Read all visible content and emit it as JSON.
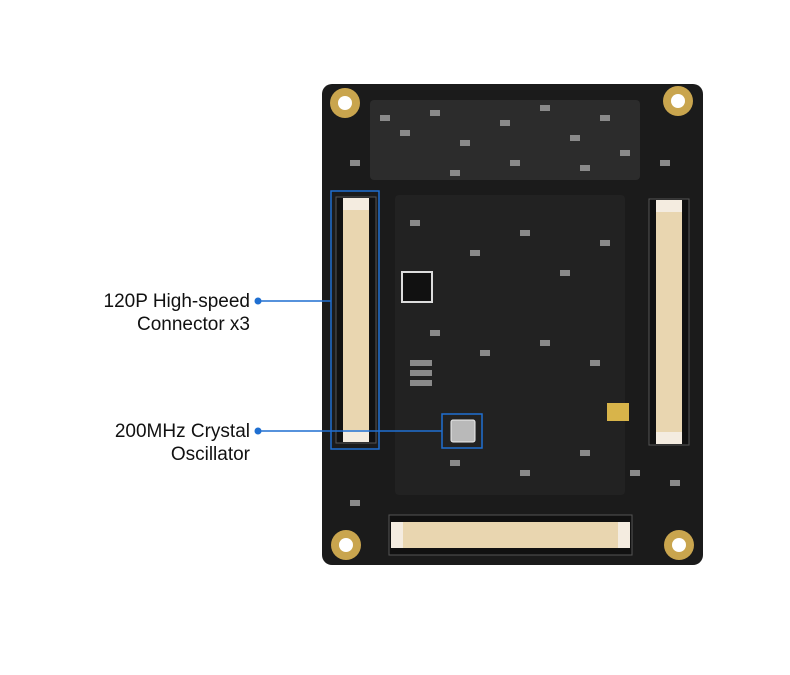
{
  "callouts": {
    "connector": {
      "line1": "120P High-speed",
      "line2": "Connector x3"
    },
    "crystal": {
      "line1": "200MHz Crystal",
      "line2": "Oscillator"
    }
  },
  "colors": {
    "pcb": "#1b1b1b",
    "gold": "#c9a54e",
    "callout": "#1f6fd1",
    "connector_body": "#e9d6b0"
  }
}
